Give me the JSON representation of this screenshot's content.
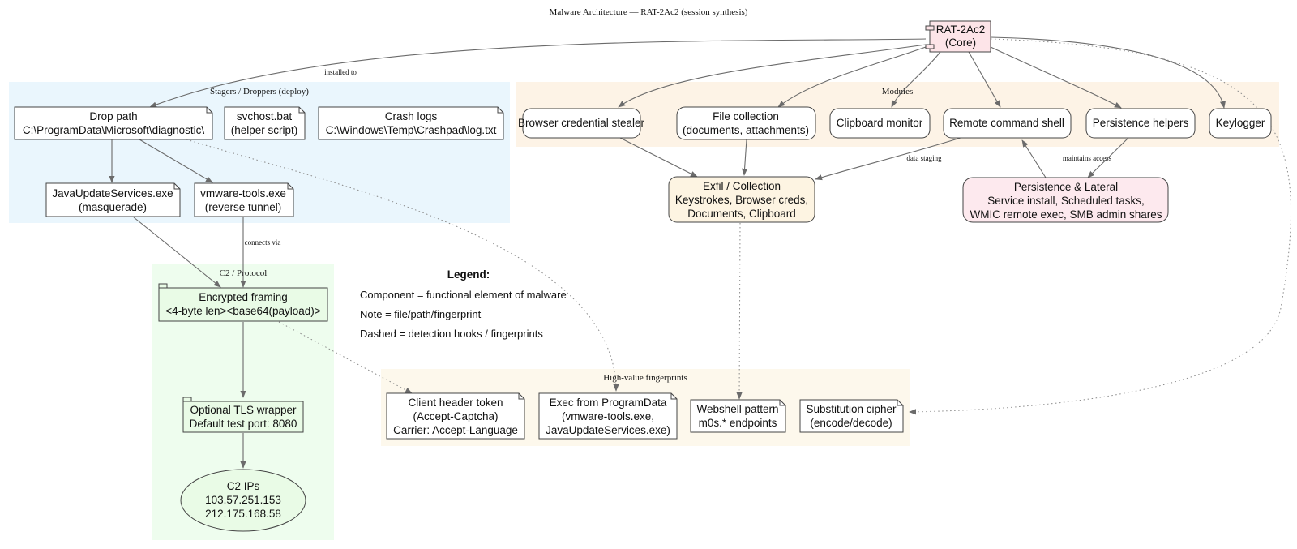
{
  "title": "Malware Architecture — RAT-2Ac2 (session synthesis)",
  "colors": {
    "stagers_bg": "#eaf6fd",
    "modules_bg": "#fdf3e6",
    "c2_bg": "#eefdee",
    "fingerprints_bg": "#fdf8ec",
    "core_fill": "#fde4e8",
    "exfil_fill": "#fdf4e2",
    "persist_fill": "#fde9ee",
    "green_fill": "#e9fbe6",
    "white": "#ffffff",
    "edge": "#6b6b6b"
  },
  "clusters": {
    "stagers": "Stagers / Droppers (deploy)",
    "modules": "Modules",
    "c2": "C2 / Protocol",
    "fingerprints": "High-value fingerprints"
  },
  "nodes": {
    "core": [
      "RAT-2Ac2",
      "(Core)"
    ],
    "drop_path": [
      "Drop path",
      "C:\\ProgramData\\Microsoft\\diagnostic\\"
    ],
    "svchost": [
      "svchost.bat",
      "(helper script)"
    ],
    "crash_logs": [
      "Crash logs",
      "C:\\Windows\\Temp\\Crashpad\\log.txt"
    ],
    "java": [
      "JavaUpdateServices.exe",
      "(masquerade)"
    ],
    "vmware": [
      "vmware-tools.exe",
      "(reverse tunnel)"
    ],
    "browser": [
      "Browser credential stealer"
    ],
    "file_collection": [
      "File collection",
      "(documents, attachments)"
    ],
    "clipboard": [
      "Clipboard monitor"
    ],
    "remote_shell": [
      "Remote command shell"
    ],
    "persistence_helpers": [
      "Persistence helpers"
    ],
    "keylogger": [
      "Keylogger"
    ],
    "exfil": [
      "Exfil / Collection",
      "Keystrokes, Browser creds,",
      "Documents, Clipboard"
    ],
    "persist_lateral": [
      "Persistence & Lateral",
      "Service install, Scheduled tasks,",
      "WMIC remote exec, SMB admin shares"
    ],
    "framing": [
      "Encrypted framing",
      "<4-byte len><base64(payload)>"
    ],
    "tls": [
      "Optional TLS wrapper",
      "Default test port: 8080"
    ],
    "c2_ips": [
      "C2 IPs",
      "103.57.251.153",
      "212.175.168.58"
    ],
    "client_header": [
      "Client header token",
      "(Accept-Captcha)",
      "Carrier: Accept-Language"
    ],
    "exec_programdata": [
      "Exec from ProgramData",
      "(vmware-tools.exe,",
      "JavaUpdateServices.exe)"
    ],
    "webshell": [
      "Webshell pattern",
      "m0s.* endpoints"
    ],
    "subst_cipher": [
      "Substitution cipher",
      "(encode/decode)"
    ]
  },
  "edge_labels": {
    "installed_to": "installed to",
    "connects_via": "connects via",
    "data_staging": "data staging",
    "maintains_access": "maintains access"
  },
  "legend": {
    "title": "Legend:",
    "items": [
      "Component = functional element of malware",
      "Note = file/path/fingerprint",
      "Dashed = detection hooks / fingerprints"
    ]
  }
}
